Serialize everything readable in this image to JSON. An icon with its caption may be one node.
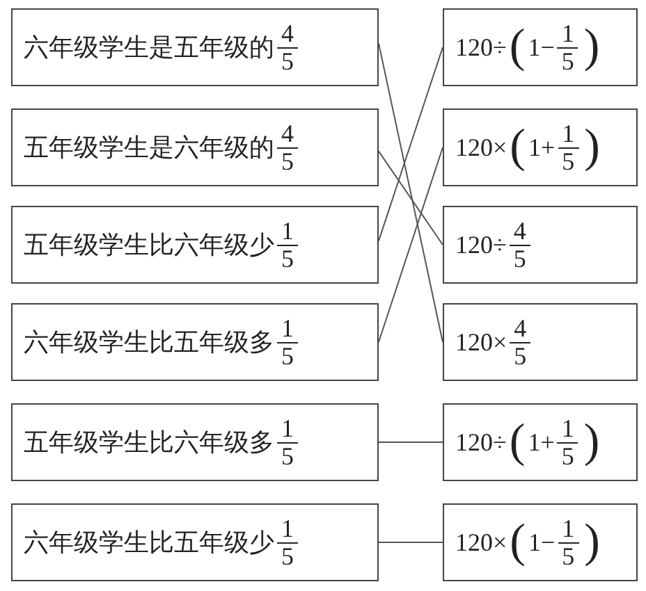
{
  "diagram": {
    "nodes": [
      {
        "text": [
          "六年级学生是五年级的",
          "4",
          "5"
        ]
      },
      {
        "text": [
          "五年级学生是六年级的",
          "4",
          "5"
        ]
      },
      {
        "text": [
          "五年级学生比六年级少",
          "1",
          "5"
        ]
      },
      {
        "text": [
          "六年级学生比五年级多",
          "1",
          "5"
        ]
      },
      {
        "text": [
          "五年级学生比六年级多",
          "1",
          "5"
        ]
      },
      {
        "text": [
          "六年级学生比五年级少",
          "1",
          "5"
        ]
      },
      {
        "text": [
          "120÷",
          "(",
          "1−",
          "1",
          "5",
          ")"
        ]
      },
      {
        "text": [
          "120×",
          "(",
          "1+",
          "1",
          "5",
          ")"
        ]
      },
      {
        "text": [
          "120÷",
          "4",
          "5"
        ]
      },
      {
        "text": [
          "120×",
          "4",
          "5"
        ]
      },
      {
        "text": [
          "120÷",
          "(",
          "1+",
          "1",
          "5",
          ")"
        ]
      },
      {
        "text": [
          "120×",
          "(",
          "1−",
          "1",
          "5",
          ")"
        ]
      }
    ],
    "edges": [
      {
        "from": 0,
        "to": 9,
        "arrow": "none"
      },
      {
        "from": 1,
        "to": 8,
        "arrow": "none"
      },
      {
        "from": 2,
        "to": 6,
        "arrow": "none"
      },
      {
        "from": 3,
        "to": 7,
        "arrow": "none"
      },
      {
        "from": 4,
        "to": 10,
        "arrow": "none"
      },
      {
        "from": 5,
        "to": 11,
        "arrow": "none"
      }
    ]
  }
}
